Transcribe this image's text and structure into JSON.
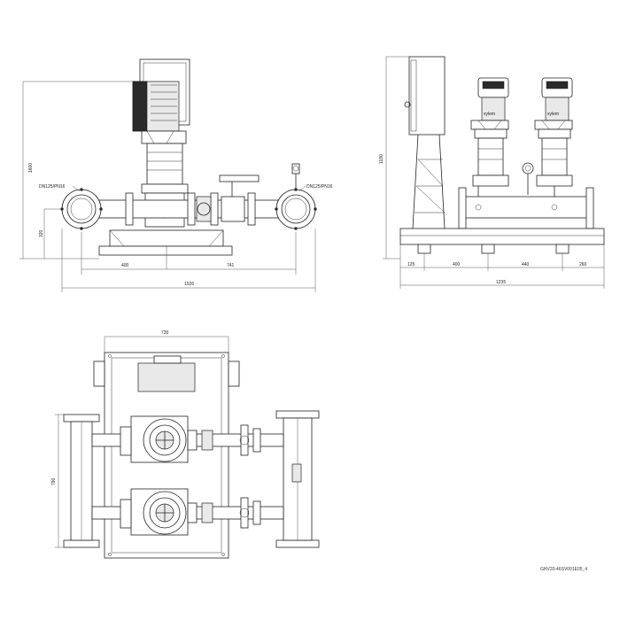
{
  "front_view": {
    "height_dim": "1600",
    "inlet_dim": "320",
    "dim_a": "400",
    "dim_b": "741",
    "total_width": "1526",
    "left_flange_label": "DN125/PN16",
    "right_flange_label": "DN125/PN16"
  },
  "side_view": {
    "height_dim": "1180",
    "dims": [
      "125",
      "400",
      "440",
      "260"
    ],
    "total_width": "1235",
    "brand_mark": "xylem"
  },
  "top_view": {
    "width_dim": "730",
    "depth_dim": "790"
  },
  "drawing_code": "GHV20-46SV001E05_4"
}
